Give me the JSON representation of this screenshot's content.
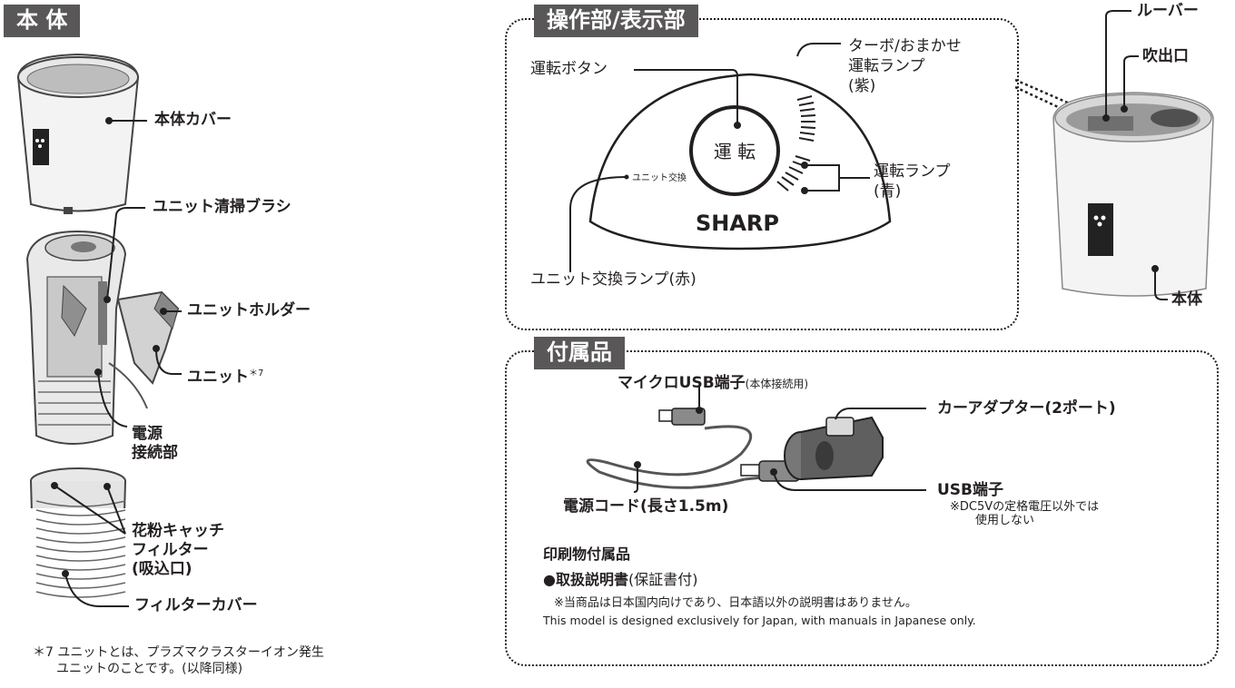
{
  "left": {
    "header": "本 体",
    "labels": {
      "body_cover": "本体カバー",
      "cleaning_brush": "ユニット清掃ブラシ",
      "unit_holder": "ユニットホルダー",
      "unit": "ユニット",
      "unit_mark": "＊7",
      "power_line1": "電源",
      "power_line2": "接続部",
      "pollen_line1": "花粉キャッチ",
      "pollen_line2": "フィルター",
      "pollen_line3": "(吸込口)",
      "filter_cover": "フィルターカバー"
    },
    "footnote": {
      "mark": "＊7",
      "line1": "ユニットとは、プラズマクラスターイオン発生",
      "line2": "ユニットのことです。(以降同様)"
    }
  },
  "controls": {
    "header": "操作部/表示部",
    "labels": {
      "run_button": "運転ボタン",
      "turbo_line1": "ターボ/おまかせ",
      "turbo_line2": "運転ランプ",
      "turbo_line3": "(紫)",
      "run_lamp_line1": "運転ランプ",
      "run_lamp_line2": "(青)",
      "unit_change_lamp": "ユニット交換ランプ(赤)",
      "louver": "ルーバー",
      "outlet": "吹出口",
      "body": "本体"
    },
    "panel": {
      "button_text": "運 転",
      "unit_change_print": "ユニット交換",
      "brand": "SHARP"
    }
  },
  "accessories": {
    "header": "付属品",
    "labels": {
      "micro_usb": "マイクロUSB端子",
      "micro_usb_note": "(本体接続用)",
      "car_adapter": "カーアダプター(2ポート)",
      "usb_terminal": "USB端子",
      "usb_note_line1": "※DC5Vの定格電圧以外では",
      "usb_note_line2": "使用しない",
      "power_cord": "電源コード(長さ1.5m)"
    },
    "printed": {
      "title": "印刷物付属品",
      "manual_main": "●取扱説明書",
      "manual_sub": "(保証書付)",
      "note_ja": "※当商品は日本国内向けであり、日本語以外の説明書はありません。",
      "note_en": "This model is designed exclusively for Japan, with manuals in Japanese only."
    }
  },
  "colors": {
    "header_bg": "#595757",
    "body_white": "#f4f4f4",
    "gray": "#8a8a8a"
  }
}
